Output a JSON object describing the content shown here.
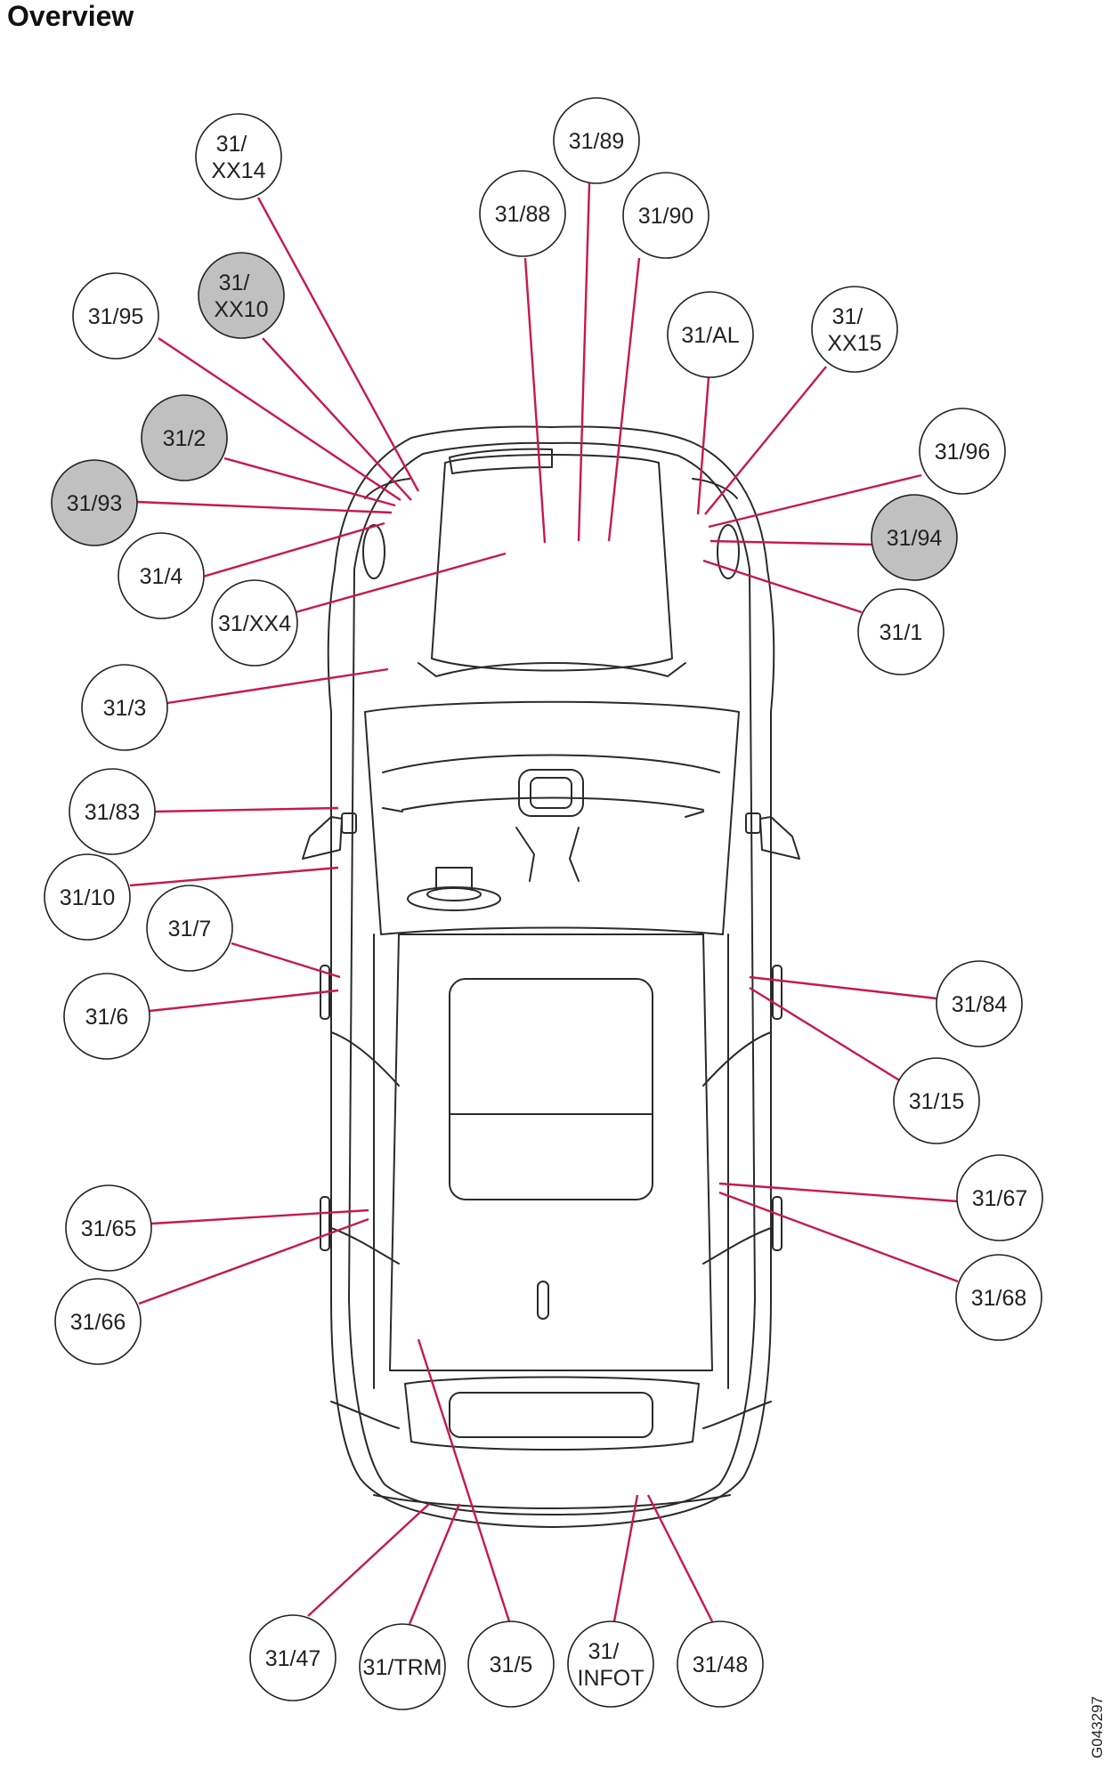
{
  "title": "Overview",
  "figure_id": "G043297",
  "colors": {
    "leader": "#c8184a",
    "highlighted_fill": "#c0c0c0",
    "normal_fill": "#ffffff",
    "outline": "#222222"
  },
  "callouts": [
    {
      "id": "c-xx14",
      "lines": [
        "31/",
        "XX14"
      ],
      "highlighted": false
    },
    {
      "id": "c-89",
      "lines": [
        "31/89"
      ],
      "highlighted": false
    },
    {
      "id": "c-88",
      "lines": [
        "31/88"
      ],
      "highlighted": false
    },
    {
      "id": "c-90",
      "lines": [
        "31/90"
      ],
      "highlighted": false
    },
    {
      "id": "c-xx10",
      "lines": [
        "31/",
        "XX10"
      ],
      "highlighted": true
    },
    {
      "id": "c-95",
      "lines": [
        "31/95"
      ],
      "highlighted": false
    },
    {
      "id": "c-al",
      "lines": [
        "31/AL"
      ],
      "highlighted": false
    },
    {
      "id": "c-xx15",
      "lines": [
        "31/",
        "XX15"
      ],
      "highlighted": false
    },
    {
      "id": "c-2",
      "lines": [
        "31/2"
      ],
      "highlighted": true
    },
    {
      "id": "c-96",
      "lines": [
        "31/96"
      ],
      "highlighted": false
    },
    {
      "id": "c-93",
      "lines": [
        "31/93"
      ],
      "highlighted": true
    },
    {
      "id": "c-94",
      "lines": [
        "31/94"
      ],
      "highlighted": true
    },
    {
      "id": "c-4",
      "lines": [
        "31/4"
      ],
      "highlighted": false
    },
    {
      "id": "c-xx4",
      "lines": [
        "31/XX4"
      ],
      "highlighted": false
    },
    {
      "id": "c-1",
      "lines": [
        "31/1"
      ],
      "highlighted": false
    },
    {
      "id": "c-3",
      "lines": [
        "31/3"
      ],
      "highlighted": false
    },
    {
      "id": "c-83",
      "lines": [
        "31/83"
      ],
      "highlighted": false
    },
    {
      "id": "c-10",
      "lines": [
        "31/10"
      ],
      "highlighted": false
    },
    {
      "id": "c-7",
      "lines": [
        "31/7"
      ],
      "highlighted": false
    },
    {
      "id": "c-6",
      "lines": [
        "31/6"
      ],
      "highlighted": false
    },
    {
      "id": "c-84",
      "lines": [
        "31/84"
      ],
      "highlighted": false
    },
    {
      "id": "c-15",
      "lines": [
        "31/15"
      ],
      "highlighted": false
    },
    {
      "id": "c-65",
      "lines": [
        "31/65"
      ],
      "highlighted": false
    },
    {
      "id": "c-67",
      "lines": [
        "31/67"
      ],
      "highlighted": false
    },
    {
      "id": "c-66",
      "lines": [
        "31/66"
      ],
      "highlighted": false
    },
    {
      "id": "c-68",
      "lines": [
        "31/68"
      ],
      "highlighted": false
    },
    {
      "id": "c-47",
      "lines": [
        "31/47"
      ],
      "highlighted": false
    },
    {
      "id": "c-trm",
      "lines": [
        "31/TRM"
      ],
      "highlighted": false
    },
    {
      "id": "c-5",
      "lines": [
        "31/5"
      ],
      "highlighted": false
    },
    {
      "id": "c-infot",
      "lines": [
        "31/",
        "INFOT"
      ],
      "highlighted": false
    },
    {
      "id": "c-48",
      "lines": [
        "31/48"
      ],
      "highlighted": false
    }
  ]
}
